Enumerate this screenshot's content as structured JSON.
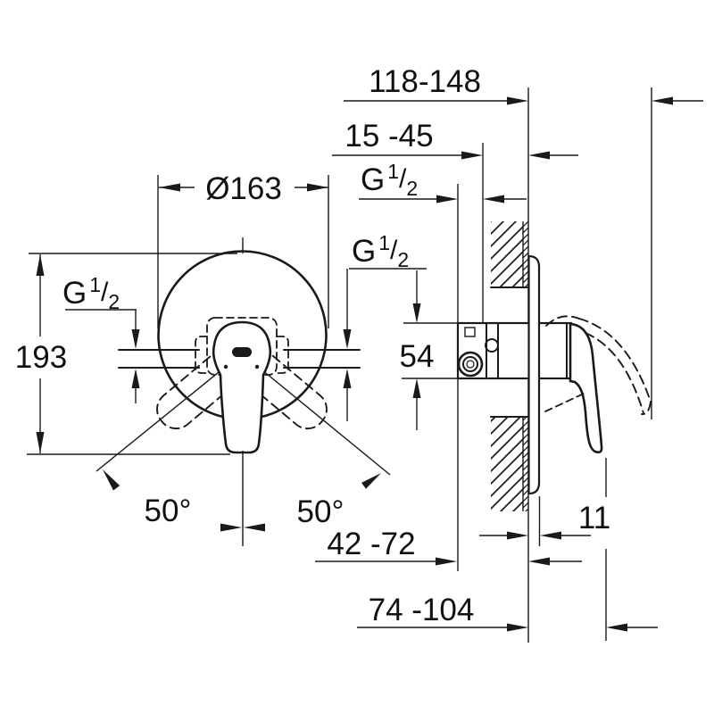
{
  "drawing": {
    "type": "technical-dimension-drawing",
    "views": {
      "front": "escutcheon with single lever, lever swing positions shown dashed",
      "side": "wall cross-section with concealed valve body, escutcheon and lever"
    },
    "labels": {
      "wall_to_raised_handle_range": "118-148",
      "concealed_depth_range": "15 -45",
      "escutcheon_diameter": "Ø163",
      "overall_height": "193",
      "valve_body_height": "54",
      "swing_angle_left": "50°",
      "swing_angle_right": "50°",
      "projection_range_inner": "42 -72",
      "projection_range_outer": "74 -104",
      "escutcheon_thickness": "11",
      "thread": {
        "g": "G",
        "sup": "1",
        "slash": "/",
        "sub": "2"
      }
    },
    "line_color": "#1a1a1a",
    "background": "#ffffff"
  }
}
